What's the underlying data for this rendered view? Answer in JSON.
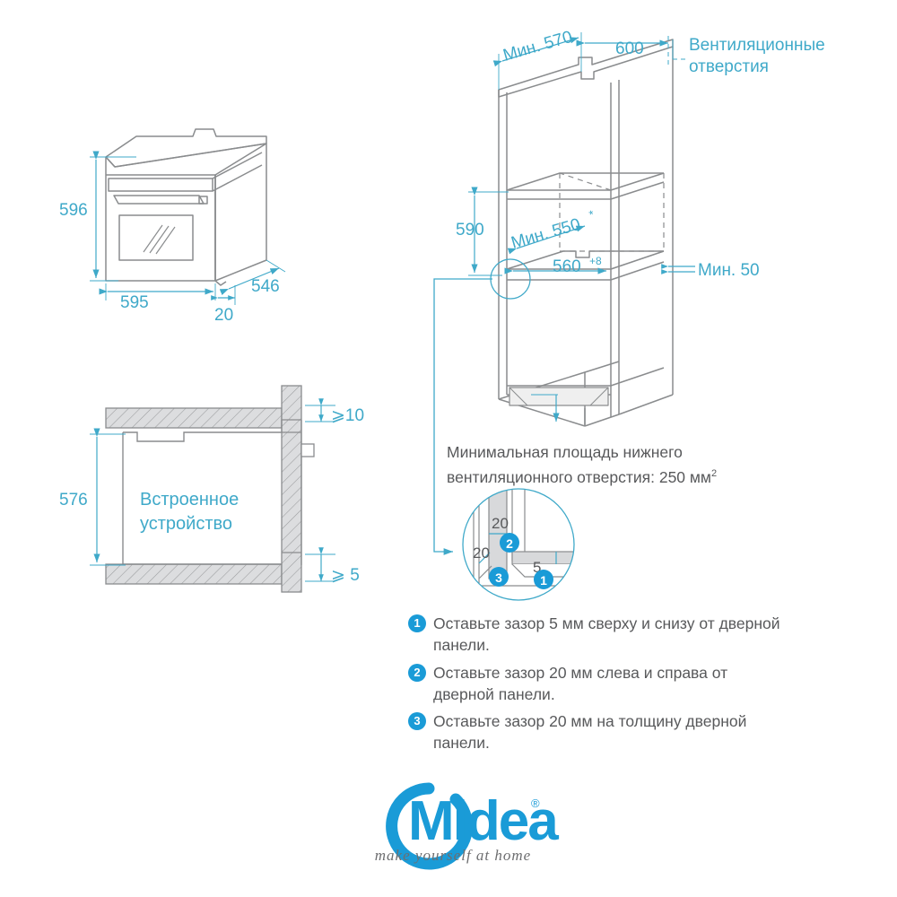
{
  "brand": {
    "name": "Midea",
    "registered": "®",
    "tagline": "make yourself at home"
  },
  "colors": {
    "accent_blue": "#3fa9c9",
    "badge_blue": "#1a9bd7",
    "line_gray": "#8a8c8e",
    "body_text": "#58595b",
    "hatch_fill": "#dcdddf"
  },
  "oven_view": {
    "height": "596",
    "width": "595",
    "depth": "546",
    "door_thickness": "20"
  },
  "cabinet_view": {
    "top_left_dim": "Мин. 570",
    "top_right_dim": "600",
    "vent_label_line1": "Вентиляционные",
    "vent_label_line2": "отверстия",
    "niche_height": "590",
    "niche_depth": "Мин. 550",
    "niche_depth_sup": "*",
    "niche_width": "560",
    "niche_width_sup": "+8",
    "rear_gap": "Мин. 50"
  },
  "section_view": {
    "device_label_line1": "Встроенное",
    "device_label_line2": "устройство",
    "height": "576",
    "top_gap": "⩾10",
    "bottom_gap": "⩾ 5"
  },
  "vent_note": {
    "line1": "Минимальная площадь нижнего",
    "line2_prefix": "вентиляционного отверстия: 250 мм",
    "line2_sup": "2"
  },
  "detail_circle": {
    "dim_top": "20",
    "dim_left": "20",
    "dim_right": "5",
    "marker_1": "1",
    "marker_2": "2",
    "marker_3": "3"
  },
  "instructions": [
    {
      "number": "1",
      "line1": "Оставьте зазор 5 мм сверху и снизу от дверной",
      "line2": "панели."
    },
    {
      "number": "2",
      "line1": "Оставьте зазор 20 мм слева и справа от",
      "line2": "дверной панели."
    },
    {
      "number": "3",
      "line1": "Оставьте зазор 20 мм на толщину дверной",
      "line2": "панели."
    }
  ]
}
